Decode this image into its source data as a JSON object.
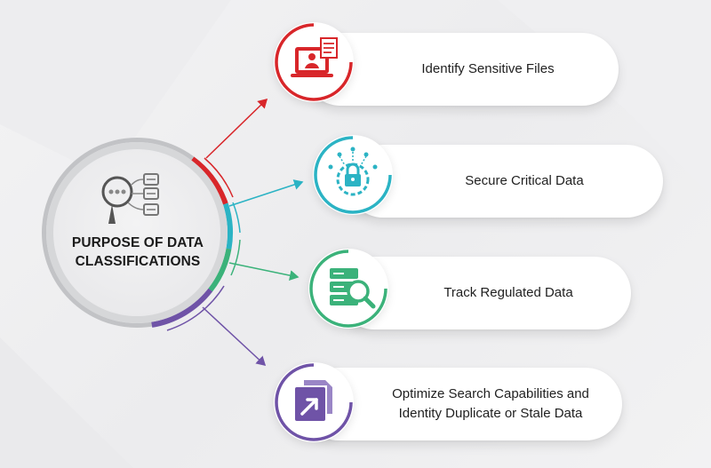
{
  "hub": {
    "title_line1": "PURPOSE OF DATA",
    "title_line2": "CLASSIFICATIONS",
    "icon": "data-search-icon"
  },
  "items": [
    {
      "label": "Identify Sensitive Files",
      "color": "#d8262a",
      "icon": "laptop-document-icon"
    },
    {
      "label": "Secure Critical Data",
      "color": "#2bb3c4",
      "icon": "lock-network-icon"
    },
    {
      "label": "Track Regulated Data",
      "color": "#3bb27a",
      "icon": "server-search-icon"
    },
    {
      "label_line1": "Optimize Search Capabilities and",
      "label_line2": "Identity Duplicate or Stale Data",
      "color": "#6f53a7",
      "icon": "external-link-file-icon"
    }
  ],
  "colors": {
    "hub_ring": "#c2c3c6",
    "hub_inner_ring": "#d6d7d9",
    "text": "#1f1f1f"
  }
}
